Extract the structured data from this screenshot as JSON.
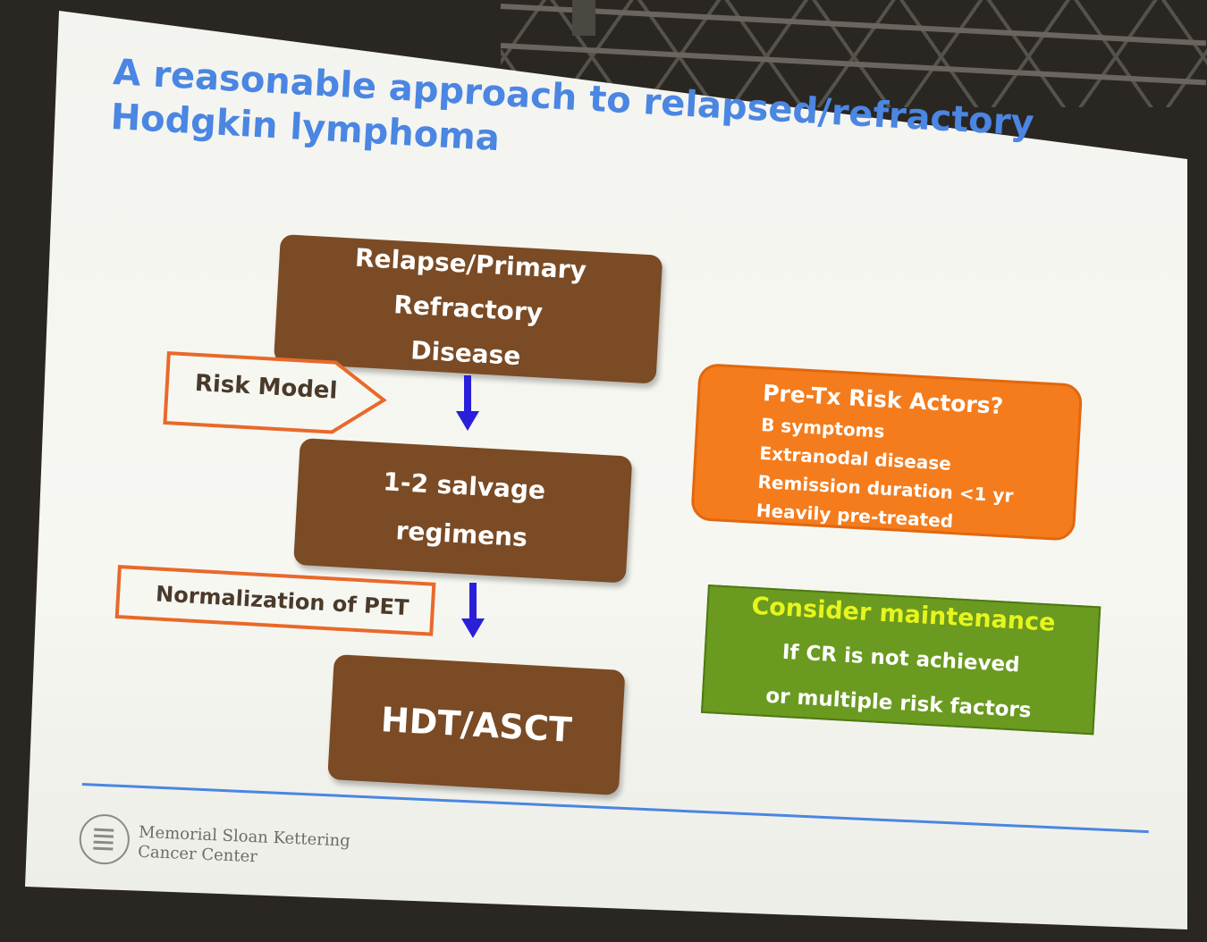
{
  "slide": {
    "title": "A reasonable approach to relapsed/refractory Hodgkin lymphoma"
  },
  "flow": {
    "step1": [
      "Relapse/Primary Refractory",
      "Disease"
    ],
    "step2": [
      "1-2 salvage",
      "regimens"
    ],
    "step3": "HDT/ASCT",
    "side_risk": "Risk Model",
    "side_pet": "Normalization of PET"
  },
  "risk_factors": {
    "heading": "Pre-Tx Risk Actors?",
    "items": [
      "B  symptoms",
      "Extranodal disease",
      "Remission duration <1 yr",
      "Heavily pre-treated"
    ]
  },
  "maintenance": {
    "heading": "Consider maintenance",
    "line1": "If CR is not achieved",
    "line2": "or multiple risk factors"
  },
  "footer": {
    "logo_line1": "Memorial Sloan Kettering",
    "logo_line2": "Cancer Center"
  },
  "colors": {
    "title": "#4a86e2",
    "brown_box": "#7a4b25",
    "orange_box": "#f47c1c",
    "green_box": "#6a9a1f",
    "green_heading": "#e7f51c",
    "arrow": "#2a1fd9",
    "outline": "#e8692a"
  }
}
